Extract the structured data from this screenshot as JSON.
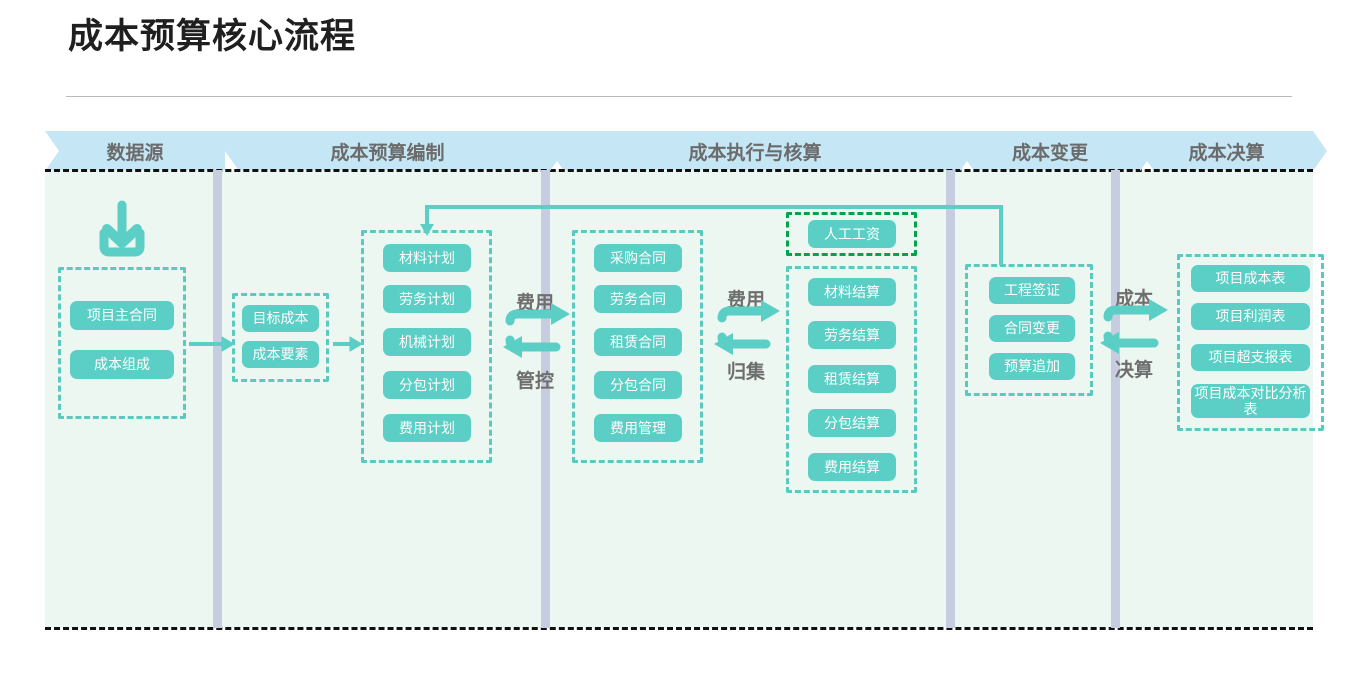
{
  "page": {
    "title": "成本预算核心流程"
  },
  "lanes": [
    {
      "label": "数据源"
    },
    {
      "label": "成本预算编制"
    },
    {
      "label": "成本执行与核算"
    },
    {
      "label": "成本变更"
    },
    {
      "label": "成本决算"
    }
  ],
  "icons": {
    "import": "download-arrow-icon"
  },
  "groups": {
    "data_source": {
      "items": [
        "项目主合同",
        "成本组成"
      ]
    },
    "target_cost": {
      "items": [
        "目标成本",
        "成本要素"
      ]
    },
    "plans": {
      "items": [
        "材料计划",
        "劳务计划",
        "机械计划",
        "分包计划",
        "费用计划"
      ]
    },
    "contracts": {
      "items": [
        "采购合同",
        "劳务合同",
        "租赁合同",
        "分包合同",
        "费用管理"
      ]
    },
    "labor_wage": {
      "items": [
        "人工工资"
      ]
    },
    "settlements": {
      "items": [
        "材料结算",
        "劳务结算",
        "租赁结算",
        "分包结算",
        "费用结算"
      ]
    },
    "changes": {
      "items": [
        "工程签证",
        "合同变更",
        "预算追加"
      ]
    },
    "reports": {
      "items": [
        "项目成本表",
        "项目利润表",
        "项目超支报表",
        "项目成本对比分析表"
      ]
    }
  },
  "cycle_labels": [
    {
      "top": "费用",
      "bottom": "管控"
    },
    {
      "top": "费用",
      "bottom": "归集"
    },
    {
      "top": "成本",
      "bottom": "决算"
    }
  ],
  "colors": {
    "pill": "#5bcfc6",
    "group_border": "#5cc9c0",
    "group_border_highlight": "#00a24b",
    "band": "#c5e6f5",
    "band_text": "#6b6b6b",
    "canvas": "#edf7f1",
    "divider": "#c6cde1",
    "lane_rule": "#111111"
  }
}
